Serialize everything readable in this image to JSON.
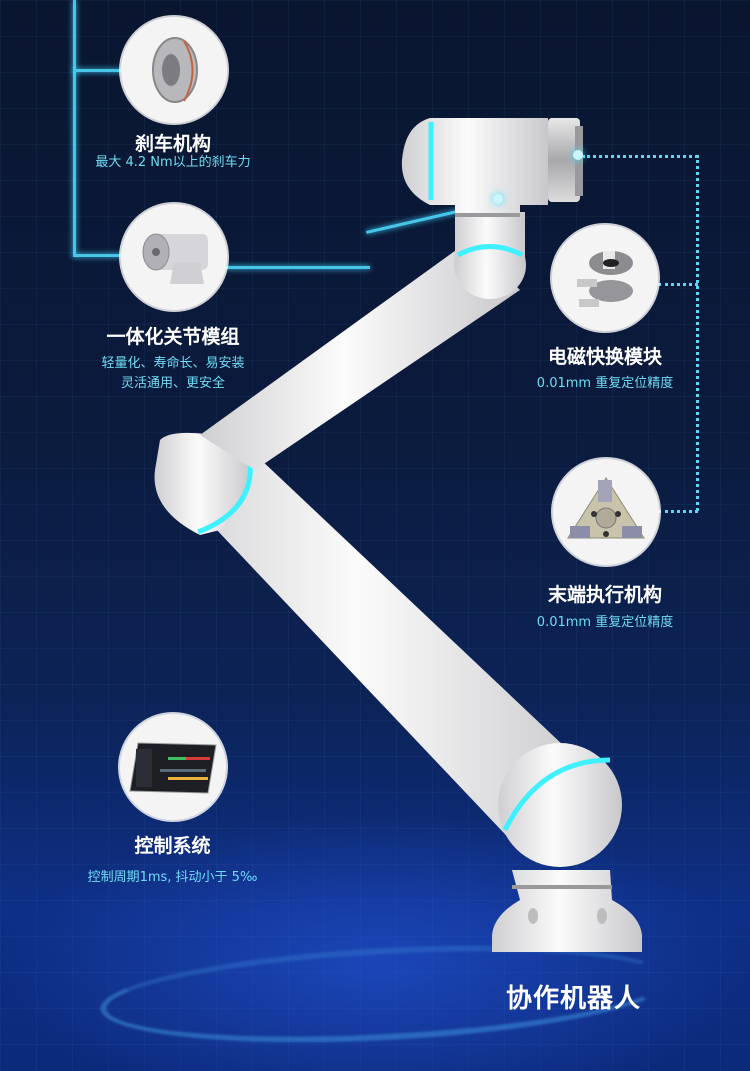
{
  "features": [
    {
      "title": "刹车机构",
      "desc": [
        "最大 4.2 Nm以上的刹车力"
      ],
      "icon": "brake-disc-icon"
    },
    {
      "title": "一体化关节模组",
      "desc": [
        "轻量化、寿命长、易安装",
        "灵活通用、更安全"
      ],
      "icon": "joint-module-icon"
    },
    {
      "title": "电磁快换模块",
      "desc": [
        "0.01mm 重复定位精度"
      ],
      "icon": "quick-change-icon"
    },
    {
      "title": "末端执行机构",
      "desc": [
        "0.01mm 重复定位精度"
      ],
      "icon": "gripper-icon"
    },
    {
      "title": "控制系统",
      "desc": [
        "控制周期1ms, 抖动小于 5‰"
      ],
      "icon": "control-tablet-icon"
    }
  ],
  "product_label": "协作机器人",
  "colors": {
    "accent": "#47c6e8",
    "ring": "#3ff0ff",
    "background": "#0b1b3d"
  }
}
